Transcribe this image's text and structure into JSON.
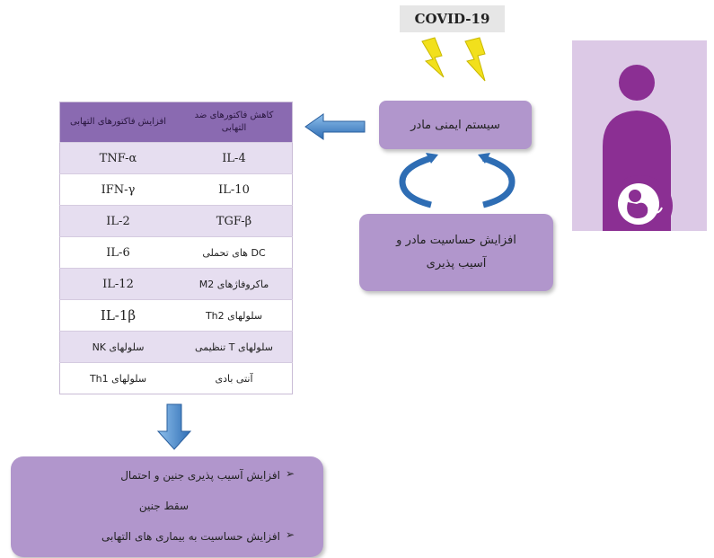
{
  "covid_label": "COVID-19",
  "immune_box": "سیستم ایمنی مادر",
  "susceptibility_box": {
    "line1": "افزایش حساسیت مادر و",
    "line2": "آسیب پذیری"
  },
  "table": {
    "headers": {
      "right": "کاهش فاکتورهای ضد التهابی",
      "left": "افزایش فاکتورهای التهابی"
    },
    "rows": [
      {
        "right": "IL-4",
        "left": "TNF-α"
      },
      {
        "right": "IL-10",
        "left": "IFN-γ"
      },
      {
        "right": "TGF-β",
        "left": "IL-2"
      },
      {
        "right": "DC های تحملی",
        "left": "IL-6"
      },
      {
        "right": "ماکروفاژهای M2",
        "left": "IL-12"
      },
      {
        "right": "سلولهای Th2",
        "left": "IL-1β"
      },
      {
        "right": "سلولهای T تنظیمی",
        "left": "سلولهای NK"
      },
      {
        "right": "آنتی بادی",
        "left": "سلولهای Th1"
      }
    ]
  },
  "outcome_box": {
    "line1": "افزایش آسیب پذیری جنین و احتمال",
    "line2": "سقط جنین",
    "line3": "افزایش حساسیت به بیماری های التهابی"
  },
  "bullet_glyph": "➢",
  "colors": {
    "purple_box": "#b196cc",
    "table_header": "#8a6ab1",
    "woman_fill": "#8b2f93",
    "panel_bg": "#dcc9e6",
    "arrow_blue": "#2e6db4",
    "lightning_yellow": "#f2e01c"
  }
}
